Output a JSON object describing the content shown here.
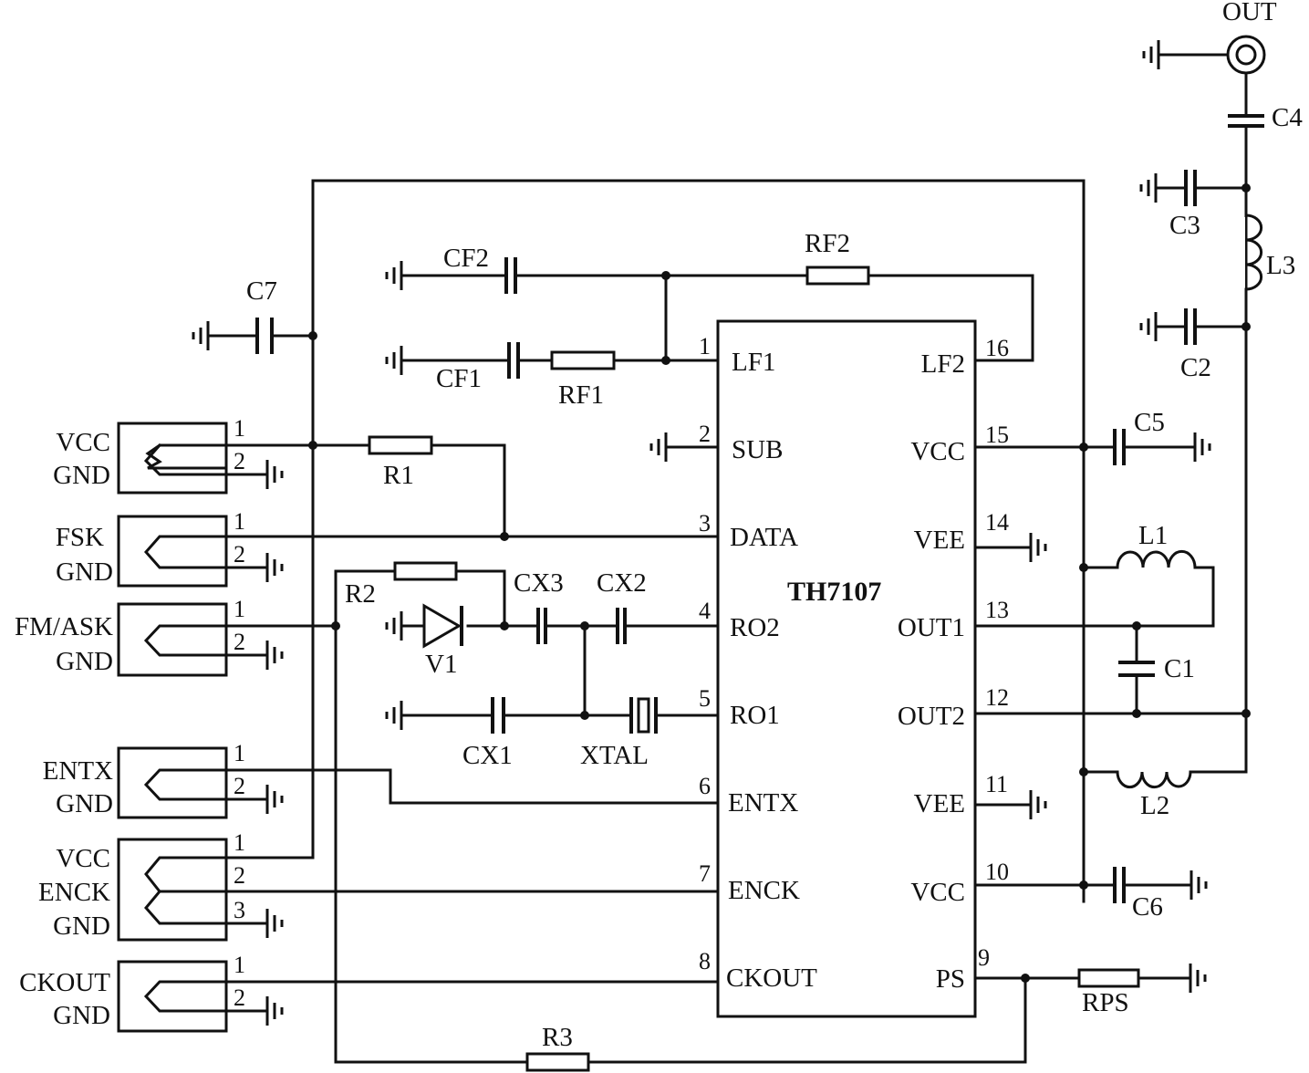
{
  "ic": {
    "name": "TH7107",
    "left_pins": [
      {
        "num": "1",
        "name": "LF1"
      },
      {
        "num": "2",
        "name": "SUB"
      },
      {
        "num": "3",
        "name": "DATA"
      },
      {
        "num": "4",
        "name": "RO2"
      },
      {
        "num": "5",
        "name": "RO1"
      },
      {
        "num": "6",
        "name": "ENTX"
      },
      {
        "num": "7",
        "name": "ENCK"
      },
      {
        "num": "8",
        "name": "CKOUT"
      }
    ],
    "right_pins": [
      {
        "num": "16",
        "name": "LF2"
      },
      {
        "num": "15",
        "name": "VCC"
      },
      {
        "num": "14",
        "name": "VEE"
      },
      {
        "num": "13",
        "name": "OUT1"
      },
      {
        "num": "12",
        "name": "OUT2"
      },
      {
        "num": "11",
        "name": "VEE"
      },
      {
        "num": "10",
        "name": "VCC"
      },
      {
        "num": "9",
        "name": "PS"
      }
    ]
  },
  "components": {
    "C1": "C1",
    "C2": "C2",
    "C3": "C3",
    "C4": "C4",
    "C5": "C5",
    "C6": "C6",
    "C7": "C7",
    "CF1": "CF1",
    "CF2": "CF2",
    "RF1": "RF1",
    "RF2": "RF2",
    "R1": "R1",
    "R2": "R2",
    "R3": "R3",
    "RPS": "RPS",
    "CX1": "CX1",
    "CX2": "CX2",
    "CX3": "CX3",
    "XTAL": "XTAL",
    "V1": "V1",
    "L1": "L1",
    "L2": "L2",
    "L3": "L3"
  },
  "output_label": "OUT",
  "connectors": [
    {
      "signals": [
        "VCC",
        "GND"
      ],
      "pins": [
        "1",
        "2"
      ]
    },
    {
      "signals": [
        "FSK",
        "GND"
      ],
      "pins": [
        "1",
        "2"
      ]
    },
    {
      "signals": [
        "FM/ASK",
        "GND"
      ],
      "pins": [
        "1",
        "2"
      ]
    },
    {
      "signals": [
        "ENTX",
        "GND"
      ],
      "pins": [
        "1",
        "2"
      ]
    },
    {
      "signals": [
        "VCC",
        "ENCK",
        "GND"
      ],
      "pins": [
        "1",
        "2",
        "3"
      ]
    },
    {
      "signals": [
        "CKOUT",
        "GND"
      ],
      "pins": [
        "1",
        "2"
      ]
    }
  ]
}
